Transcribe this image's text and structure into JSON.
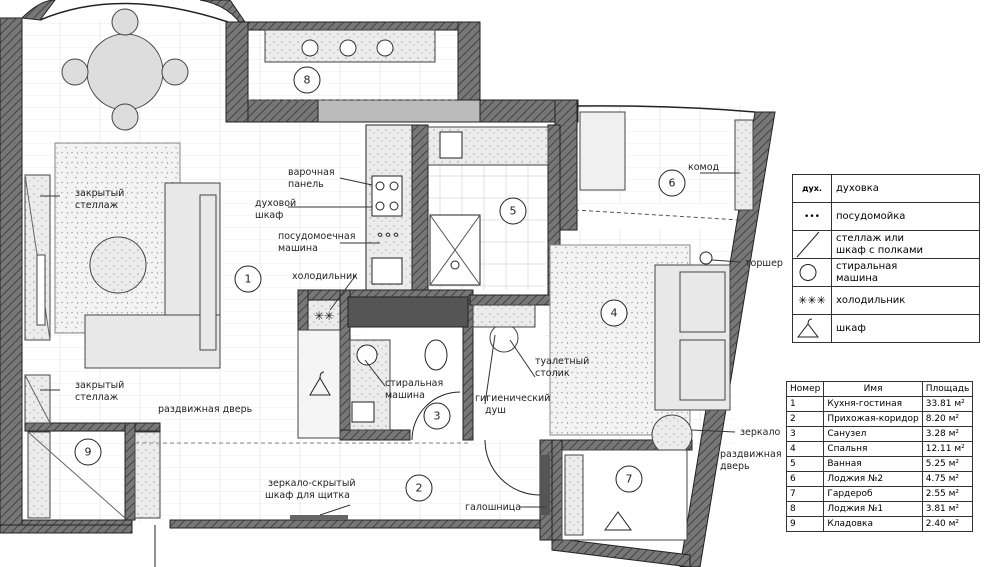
{
  "rooms": [
    {
      "n": "1"
    },
    {
      "n": "2"
    },
    {
      "n": "3"
    },
    {
      "n": "4"
    },
    {
      "n": "5"
    },
    {
      "n": "6"
    },
    {
      "n": "7"
    },
    {
      "n": "8"
    },
    {
      "n": "9"
    }
  ],
  "labels": {
    "hob": [
      "варочная",
      "панель"
    ],
    "oven": [
      "духовой",
      "шкаф"
    ],
    "dishwasher": [
      "посудомоечная",
      "машина"
    ],
    "fridge": "холодильник",
    "shelf_top": [
      "закрытый",
      "стеллаж"
    ],
    "shelf_bottom": [
      "закрытый",
      "стеллаж"
    ],
    "sliding_door": "раздвижная дверь",
    "washer": [
      "стиральная",
      "машина"
    ],
    "hyg_shower": [
      "гигиенический",
      "душ"
    ],
    "vanity": [
      "туалетный",
      "столик"
    ],
    "dresser": "комод",
    "floor_lamp": "торшер",
    "mirror": "зеркало",
    "sliding_door2": [
      "раздвижная",
      "дверь"
    ],
    "mirror_cabinet": [
      "зеркало-скрытый",
      "шкаф для щитка"
    ],
    "shoe_rack": "галошница"
  },
  "legend": [
    {
      "sym": "дух.",
      "icon": "oven-symbol",
      "text": [
        "духовка"
      ]
    },
    {
      "sym": "",
      "icon": "drops-icon",
      "text": [
        "посудомойка"
      ]
    },
    {
      "sym": "",
      "icon": "diagonal-icon",
      "text": [
        "стеллаж или",
        "шкаф с полками"
      ]
    },
    {
      "sym": "",
      "icon": "circle-icon",
      "text": [
        "стиральная",
        "машина"
      ]
    },
    {
      "sym": "",
      "icon": "snowflake-icon",
      "text": [
        "холодильник"
      ]
    },
    {
      "sym": "",
      "icon": "hanger-icon",
      "text": [
        "шкаф"
      ]
    }
  ],
  "table": {
    "headers": [
      "Номер",
      "Имя",
      "Площадь"
    ],
    "rows": [
      [
        "1",
        "Кухня-гостиная",
        "33.81 м²"
      ],
      [
        "2",
        "Прихожая-коридор",
        "8.20 м²"
      ],
      [
        "3",
        "Санузел",
        "3.28 м²"
      ],
      [
        "4",
        "Спальня",
        "12.11 м²"
      ],
      [
        "5",
        "Ванная",
        "5.25 м²"
      ],
      [
        "6",
        "Лоджия №2",
        "4.75 м²"
      ],
      [
        "7",
        "Гардероб",
        "2.55 м²"
      ],
      [
        "8",
        "Лоджия №1",
        "3.81 м²"
      ],
      [
        "9",
        "Кладовка",
        "2.40 м²"
      ]
    ]
  }
}
